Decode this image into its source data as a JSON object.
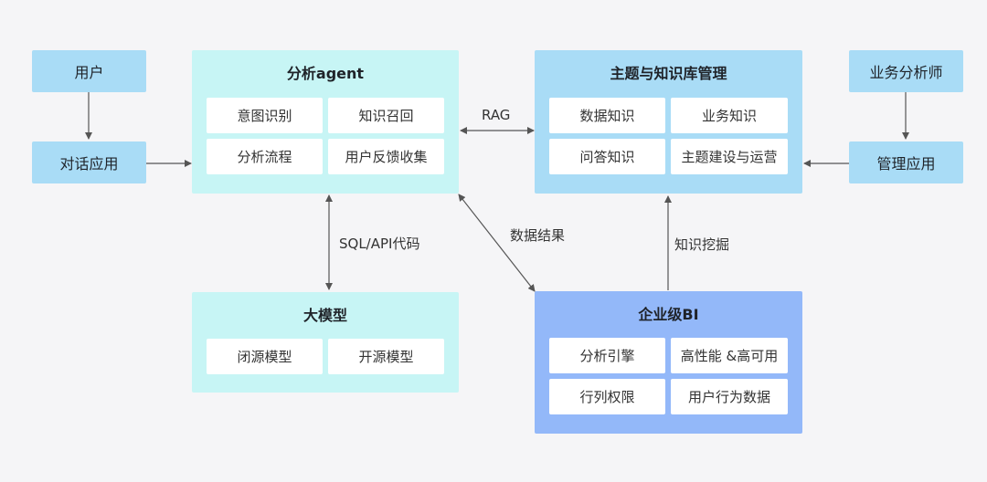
{
  "nodes": {
    "user": "用户",
    "chat_app": "对话应用",
    "business_analyst": "业务分析师",
    "mgmt_app": "管理应用"
  },
  "agent": {
    "title": "分析agent",
    "cells": [
      "意图识别",
      "知识召回",
      "分析流程",
      "用户反馈收集"
    ]
  },
  "knowledge": {
    "title": "主题与知识库管理",
    "cells": [
      "数据知识",
      "业务知识",
      "问答知识",
      "主题建设与运营"
    ]
  },
  "llm": {
    "title": "大模型",
    "cells": [
      "闭源模型",
      "开源模型"
    ]
  },
  "bi": {
    "title": "企业级BI",
    "cells": [
      "分析引擎",
      "高性能 &高可用",
      "行列权限",
      "用户行为数据"
    ]
  },
  "edges": {
    "rag": "RAG",
    "sql_api": "SQL/API代码",
    "data_result": "数据结果",
    "knowledge_mining": "知识挖掘"
  },
  "colors": {
    "background": "#f5f5f7",
    "small_node": "#a9dcf6",
    "agent_group": "#c7f5f5",
    "knowledge_group": "#a9dcf6",
    "llm_group": "#c7f5f5",
    "bi_group": "#93b8f9",
    "arrow": "#555555"
  }
}
